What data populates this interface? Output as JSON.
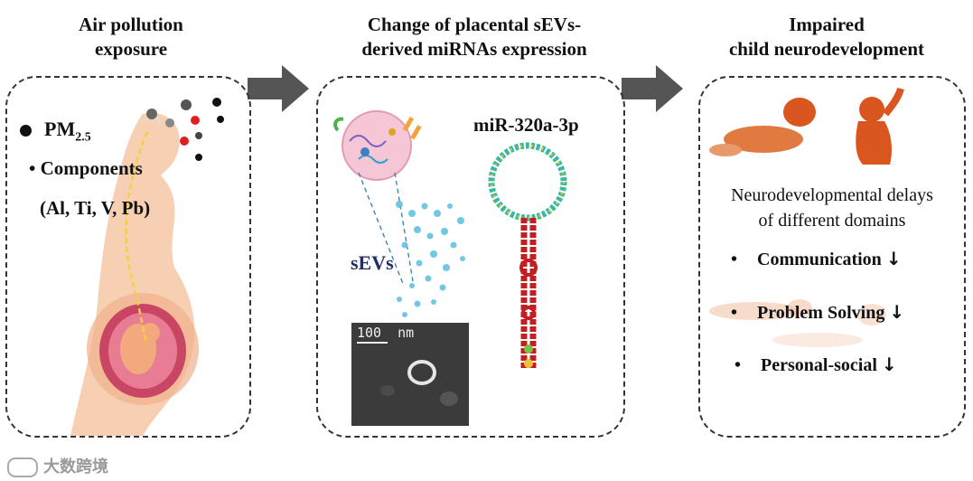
{
  "columns": [
    {
      "title_lines": [
        "Air pollution",
        "exposure"
      ]
    },
    {
      "title_lines": [
        "Change of placental sEVs-",
        "derived miRNAs expression"
      ]
    },
    {
      "title_lines": [
        "Impaired",
        "child neurodevelopment"
      ]
    }
  ],
  "panel1": {
    "pm_label": "PM",
    "pm_sub": "2.5",
    "components_label": "• Components",
    "components_list": "(Al,  Ti,  V,  Pb)"
  },
  "panel2": {
    "mirna_label": "miR-320a-3p",
    "sevs_label": "sEVs",
    "scale_label": "100  nm"
  },
  "panel3": {
    "delay_line1": "Neurodevelopmental delays",
    "delay_line2": "of different domains",
    "domains": [
      {
        "bullet": "•",
        "label": "Communication",
        "trend": "↓"
      },
      {
        "bullet": "•",
        "label": "Problem Solving",
        "trend": "↓"
      },
      {
        "bullet": "•",
        "label": "Personal-social",
        "trend": "↓"
      }
    ]
  },
  "watermark": "大数跨境",
  "colors": {
    "arrow": "#555555",
    "border": "#333333",
    "skin": "#f6c7a6",
    "baby": "#d9561e",
    "sevs_text": "#1f2d6b",
    "vesicle": "#63c1e0",
    "red_particle": "#e02020"
  }
}
